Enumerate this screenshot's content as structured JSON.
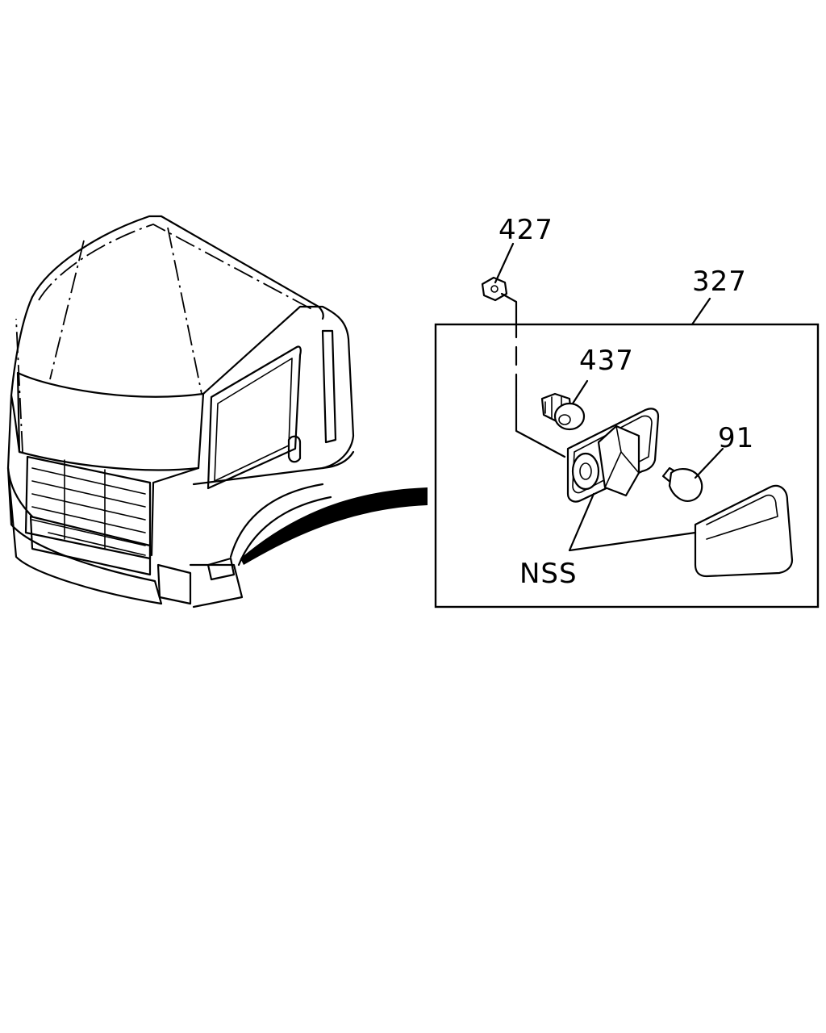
{
  "callouts": {
    "nut": "427",
    "lamp_assembly": "327",
    "socket": "437",
    "bulb": "91",
    "not_serviced": "NSS"
  }
}
